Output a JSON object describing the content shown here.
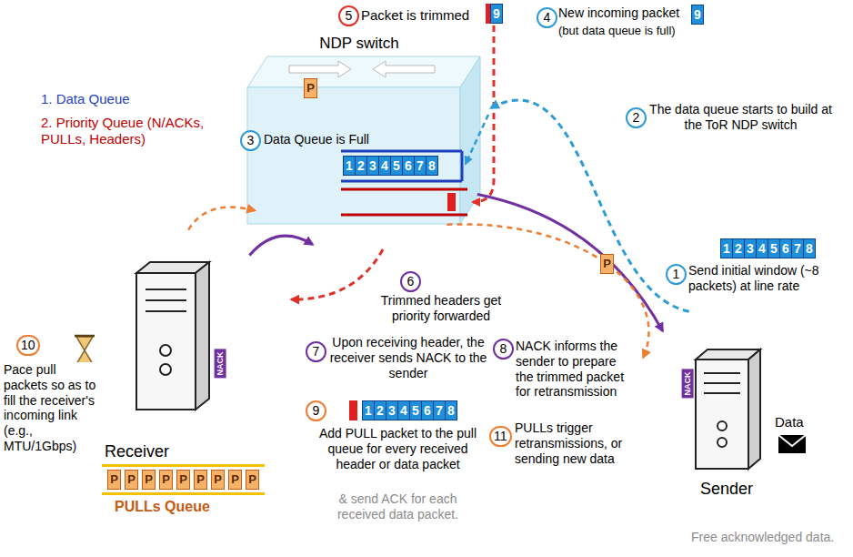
{
  "diagram": {
    "nodes": [
      {
        "text": [
          "NDP switch"
        ]
      },
      {
        "text": [
          "Receiver"
        ]
      },
      {
        "text": [
          "PPPPPPPPP",
          "PULLs Queue"
        ],
        "in": 1
      },
      {
        "text": [
          "Sender",
          "Data"
        ]
      }
    ],
    "edges": [
      {
        "from": 3,
        "to": 0,
        "arrow": "to"
      },
      {
        "from": 0,
        "to": 1,
        "arrow": "to"
      },
      {
        "from": 1,
        "to": 0,
        "arrow": "to"
      },
      {
        "from": 0,
        "to": 3,
        "arrow": "to"
      },
      {
        "from": 1,
        "to": 0,
        "arrow": "to"
      },
      {
        "from": 0,
        "to": 3,
        "arrow": "to"
      }
    ],
    "labels": [
      "5",
      "Packet is trimmed",
      "9",
      "4",
      "New incoming packet",
      "9",
      "(but data queue is full)",
      "1. Data Queue",
      "2. Priority Queue (N/ACKs, PULLs, Headers)",
      "3",
      "Data Queue is Full",
      "12345678",
      "P",
      "2",
      "The data queue starts to build at the ToR NDP switch",
      "12345678",
      "1",
      "Send initial window (~8 packets) at line rate",
      "6",
      "Trimmed headers get priority forwarded",
      "7",
      "Upon receiving header, the receiver sends NACK to the sender",
      "8",
      "NACK informs the sender to prepare the trimmed packet for retransmission",
      "10",
      "Pace pull packets so as to fill the receiver's incoming link (e.g., MTU/1Gbps)",
      "9",
      "Add PULL packet to the pull queue for every received header or data packet",
      "& send ACK for each received data packet.",
      "11",
      "PULLs trigger retransmissions, or sending new data",
      "Free acknowledged data.",
      "NACK",
      "NACK",
      "P",
      "12345678"
    ]
  }
}
